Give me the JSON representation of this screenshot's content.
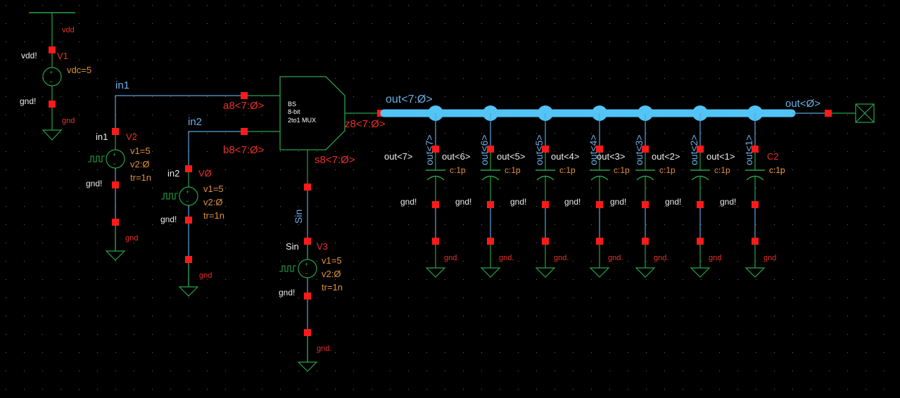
{
  "colors": {
    "background": "#000000",
    "grid": "#6a6a6a",
    "symbol": "#27a24a",
    "wire": "#5aa5d8",
    "bus": "#52c4f5",
    "pin": "#ff1a1a",
    "instance": "#e8302a",
    "param": "#e0903c",
    "netlabel": "#6ab0e6",
    "pinlabel": "#ececec"
  },
  "vdd_source": {
    "global_label": "vdd",
    "net_label": "vdd!",
    "instance": "V1",
    "param": "vdc=5",
    "gnd_net": "gnd!",
    "gnd_label": "gnd"
  },
  "sources": [
    {
      "id": "v2",
      "net": "in1",
      "wire_label": "in1",
      "instance": "V2",
      "params": [
        "v1=5",
        "v2:Ø",
        "tr=1n"
      ],
      "gnd_net": "gnd!",
      "gnd_label": "gnd"
    },
    {
      "id": "v0",
      "net": "in2",
      "wire_label": "in2",
      "instance": "VØ",
      "params": [
        "v1=5",
        "v2:Ø",
        "tr=1n"
      ],
      "gnd_net": "gnd!",
      "gnd_label": "gnd"
    },
    {
      "id": "v3",
      "net": "Sin",
      "wire_label": "Sin",
      "instance": "V3",
      "params": [
        "v1=5",
        "v2:Ø",
        "tr=1n"
      ],
      "gnd_net": "gnd!",
      "gnd_label": "gnd."
    }
  ],
  "mux": {
    "lines": [
      "BS",
      "8-bit",
      "2to1 MUX"
    ],
    "pin_a": "a8<7:Ø>",
    "pin_b": "b8<7:Ø>",
    "pin_s": "s8<7:Ø>",
    "pin_z": "z8<7:Ø>"
  },
  "bus": {
    "label": "out<7:Ø>",
    "tap_out_label": "out<Ø>"
  },
  "caps": [
    {
      "bit": "out<7>",
      "tap": "out<7>",
      "value": "c:1p",
      "gnd_net": "gnd!",
      "gnd_label": "gnd."
    },
    {
      "bit": "out<6>",
      "tap": "out<6>",
      "value": "c:1p",
      "gnd_net": "gnd!",
      "gnd_label": "gnd."
    },
    {
      "bit": "out<5>",
      "tap": "out<5>",
      "value": "c:1p",
      "gnd_net": "gnd!",
      "gnd_label": "gnd."
    },
    {
      "bit": "out<4>",
      "tap": "out<4>",
      "value": "c:1p",
      "gnd_net": "gnd!",
      "gnd_label": "gnd."
    },
    {
      "bit": "out<3>",
      "tap": "out<3>",
      "value": "c:1p",
      "gnd_net": "gnd!",
      "gnd_label": "gnd."
    },
    {
      "bit": "out<2>",
      "tap": "out<2>",
      "value": "c:1p",
      "gnd_net": "gnd!",
      "gnd_label": "gnd"
    },
    {
      "bit": "out<1>",
      "tap": "out<1>",
      "value": "c:1p",
      "gnd_net": "gnd!",
      "gnd_label": "gnd"
    },
    {
      "bit": "",
      "tap": "out<1>",
      "value": "c:1p",
      "gnd_net": "",
      "gnd_label": "gnd",
      "instance": "C2"
    }
  ]
}
